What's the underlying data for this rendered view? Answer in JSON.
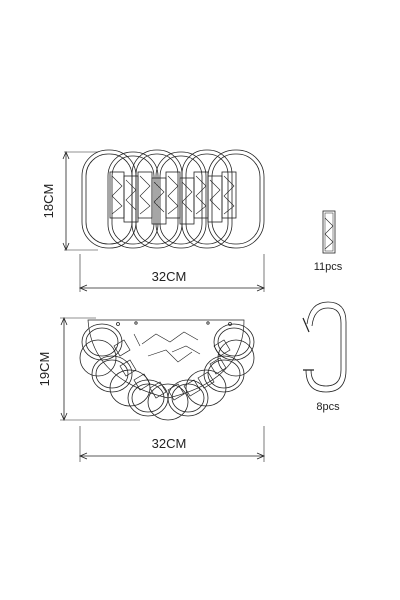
{
  "front_view": {
    "height_label": "18CM",
    "width_label": "32CM"
  },
  "top_view": {
    "height_label": "19CM",
    "width_label": "32CM"
  },
  "parts": [
    {
      "name": "crystal-bar",
      "quantity_label": "11pcs"
    },
    {
      "name": "o-ring",
      "quantity_label": "8pcs"
    }
  ],
  "colors": {
    "line": "#222222",
    "background": "#ffffff"
  }
}
